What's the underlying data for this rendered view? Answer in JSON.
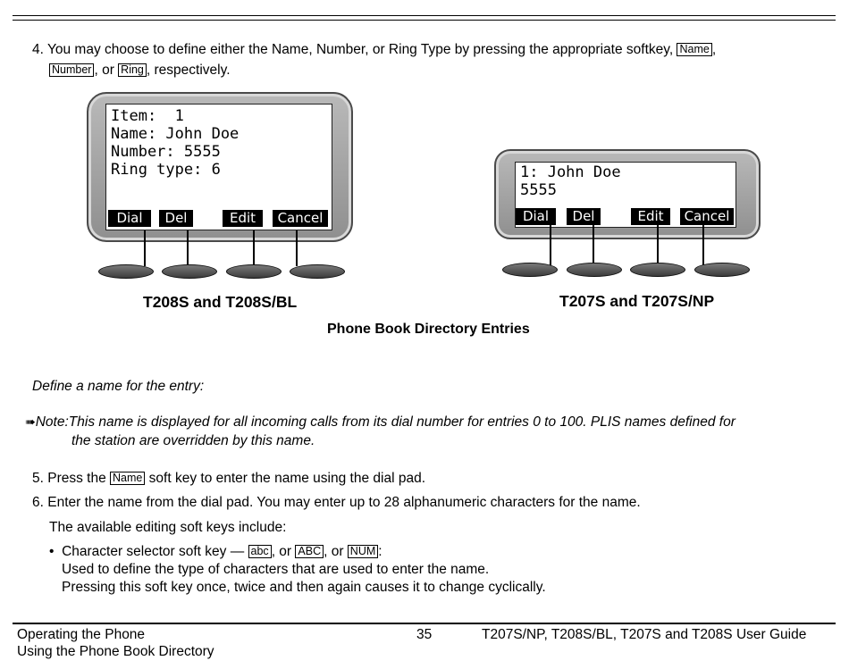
{
  "step4": {
    "text_a": "4. You may choose to define either the Name, Number, or Ring Type by pressing the appropriate softkey, ",
    "key_name": "Name",
    "comma": ",",
    "key_number": "Number",
    "text_or": ", or ",
    "key_ring": "Ring",
    "text_end": ", respectively."
  },
  "phone_t208": {
    "lines": [
      "Item:  1",
      "Name: John Doe",
      "Number: 5555",
      "Ring type: 6"
    ],
    "softkeys": [
      "Dial",
      "Del",
      "Edit",
      "Cancel"
    ],
    "caption": "T208S and T208S/BL"
  },
  "phone_t207": {
    "lines": [
      "1: John Doe",
      "5555"
    ],
    "softkeys": [
      "Dial",
      "Del",
      "Edit",
      "Cancel"
    ],
    "caption": "T207S and T207S/NP"
  },
  "figure_title": "Phone Book Directory Entries",
  "define_heading": "Define a name for the entry:",
  "note": {
    "arrow": "➠",
    "line1": "Note:This name is displayed for all incoming calls from its dial number for entries 0 to 100. PLIS names defined for",
    "line2": "the station are  overridden by this name."
  },
  "step5": {
    "text_a": "5. Press the ",
    "key": "Name",
    "text_b": " soft key to enter the name using the dial pad."
  },
  "step6": {
    "text": "6. Enter the name from the dial pad. You may enter up to 28 alphanumeric characters for the name.",
    "sub": "The available editing soft keys include:"
  },
  "bullet": {
    "dot": "•",
    "text_a": "Character selector soft key — ",
    "key1": "abc",
    "text_b": ", or ",
    "key2": "ABC",
    "text_c": ", or ",
    "key3": "NUM",
    "text_d": ":",
    "line2": "Used to define the type of characters that are used to enter the name.",
    "line3": "Pressing this soft key once, twice and then again causes it to change cyclically."
  },
  "footer": {
    "left1": "Operating the Phone",
    "left2": "Using the Phone Book Directory",
    "page": "35",
    "right": "T207S/NP, T208S/BL, T207S and T208S User Guide"
  }
}
